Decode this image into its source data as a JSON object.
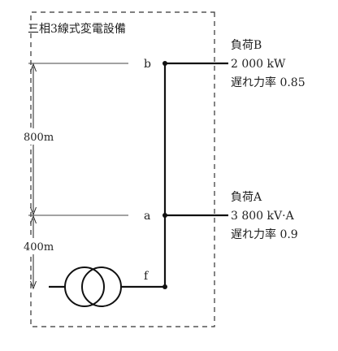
{
  "substation": {
    "title": "三相3線式変電設備"
  },
  "nodes": {
    "b": "b",
    "a": "a",
    "f": "f"
  },
  "distances": {
    "upper": "800m",
    "lower": "400m"
  },
  "load_b": {
    "name": "負荷B",
    "power": "2 000 kW",
    "pf": "遅れ力率 0.85"
  },
  "load_a": {
    "name": "負荷A",
    "power": "3 800 kV·A",
    "pf": "遅れ力率 0.9"
  }
}
